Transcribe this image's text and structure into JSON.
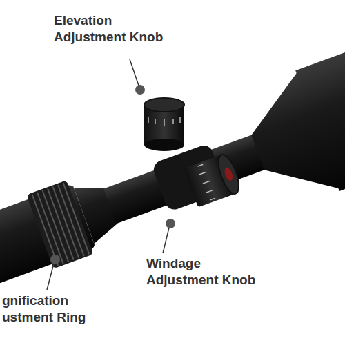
{
  "diagram": {
    "labels": [
      "Elevation Adjustment Knob",
      "Windage Adjustment Knob",
      "gnification ustment Ring"
    ]
  }
}
